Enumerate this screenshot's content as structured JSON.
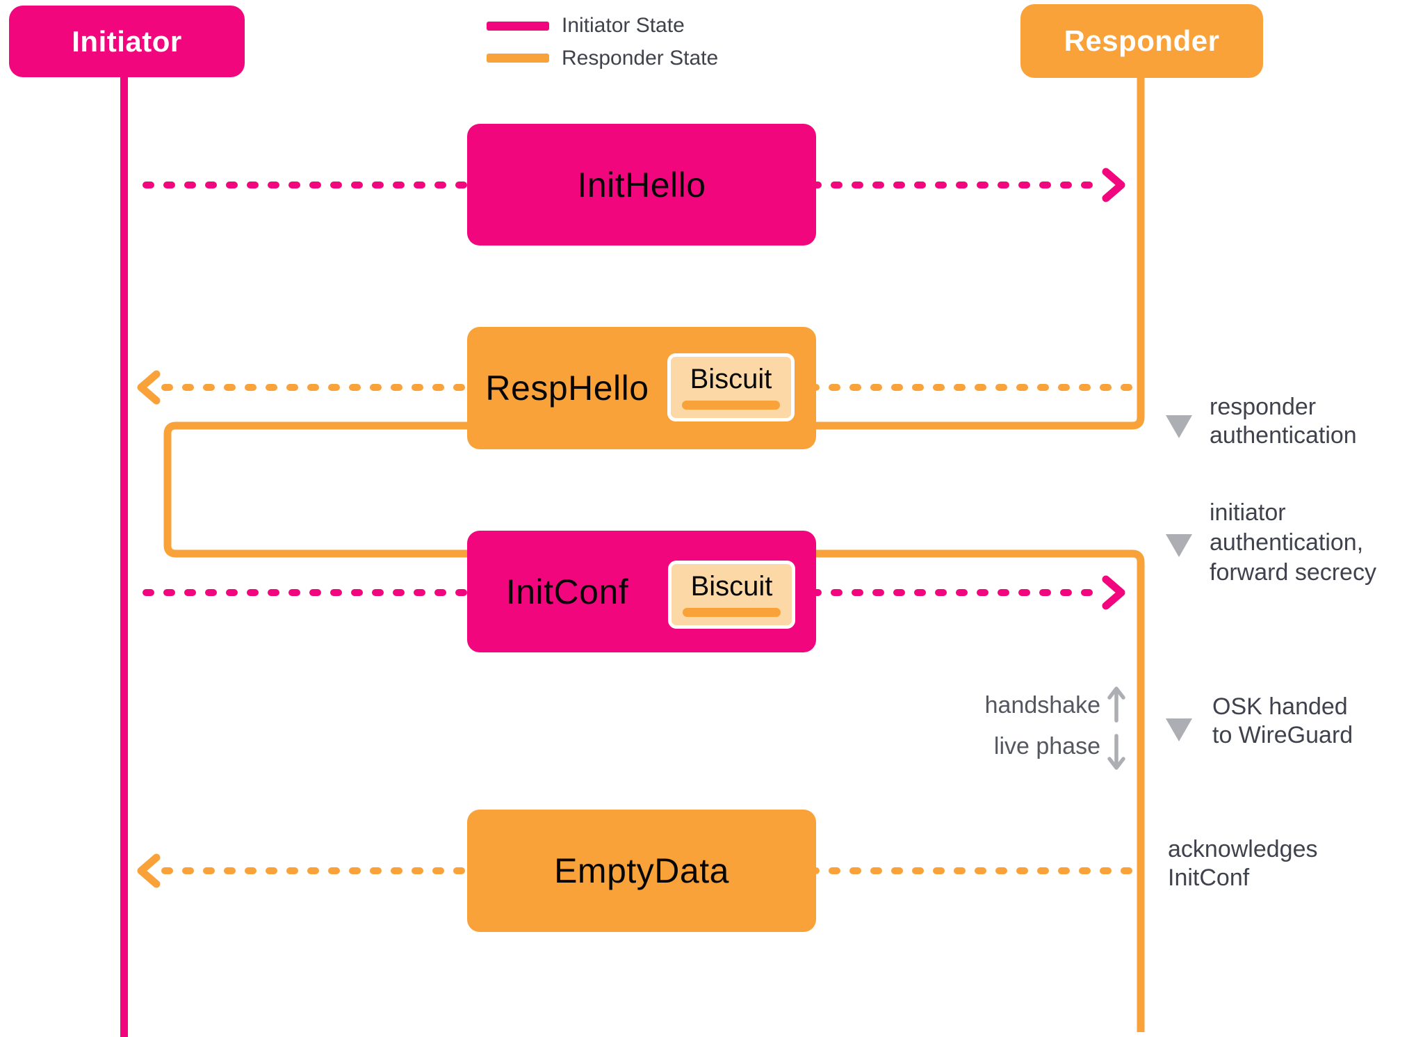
{
  "colors": {
    "initiator_pink": "#F1067E",
    "responder_orange": "#F9A23A",
    "biscuit_fill": "#FBD8A6",
    "annotation_text": "#3F424C",
    "phase_text": "#54575F",
    "gray_marker": "#ACAEB3"
  },
  "actors": {
    "initiator": {
      "label": "Initiator"
    },
    "responder": {
      "label": "Responder"
    }
  },
  "legend": {
    "items": [
      {
        "label": "Initiator State",
        "color": "#F1067E"
      },
      {
        "label": "Responder State",
        "color": "#F9A23A"
      }
    ]
  },
  "messages": [
    {
      "label": "InitHello",
      "from": "initiator",
      "to": "responder"
    },
    {
      "label": "RespHello",
      "from": "responder",
      "to": "initiator",
      "biscuit_label": "Biscuit"
    },
    {
      "label": "InitConf",
      "from": "initiator",
      "to": "responder",
      "biscuit_label": "Biscuit"
    },
    {
      "label": "EmptyData",
      "from": "responder",
      "to": "initiator"
    }
  ],
  "annotations": {
    "responder_auth": {
      "lines": [
        "responder",
        "authentication"
      ]
    },
    "initiator_auth": {
      "lines": [
        "initiator",
        "authentication,",
        "forward secrecy"
      ]
    },
    "phase": {
      "handshake": "handshake",
      "live": "live phase"
    },
    "osk": {
      "lines": [
        "OSK handed",
        "to WireGuard"
      ]
    },
    "ack": {
      "lines": [
        "acknowledges",
        "InitConf"
      ]
    }
  }
}
